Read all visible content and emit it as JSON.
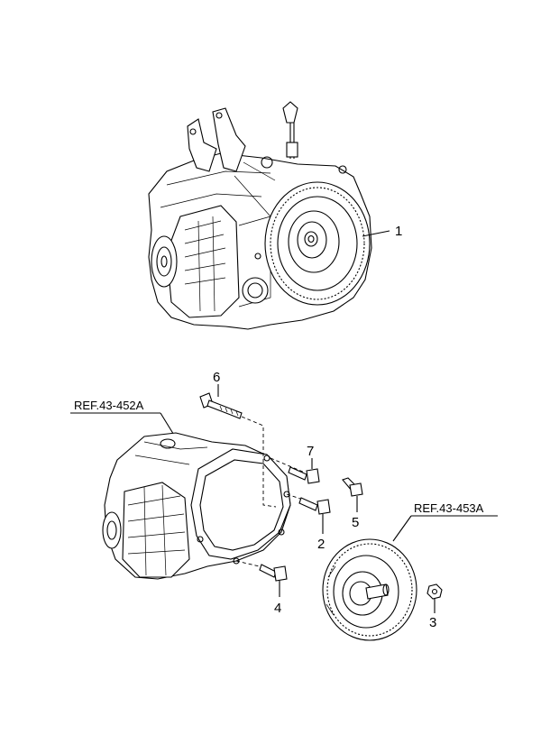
{
  "figure": {
    "colors": {
      "ink": "#000000",
      "paper": "#ffffff"
    },
    "callouts": [
      "1",
      "2",
      "3",
      "4",
      "5",
      "6",
      "7"
    ],
    "references": [
      "REF.43-452A",
      "REF.43-453A"
    ]
  }
}
